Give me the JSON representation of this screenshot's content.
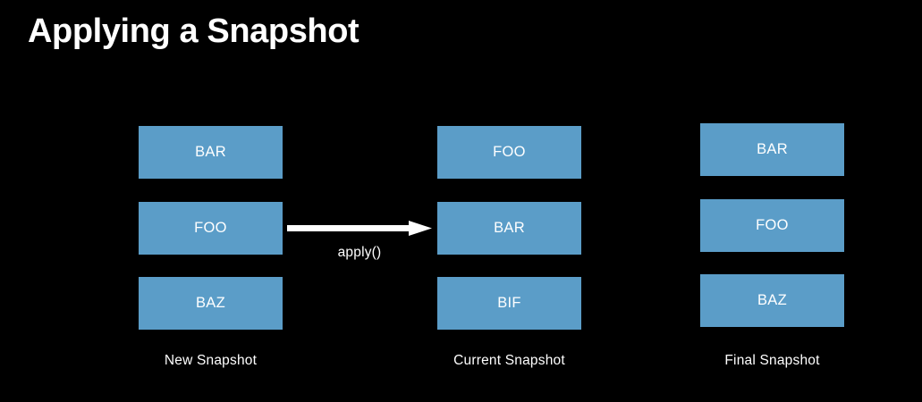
{
  "slide": {
    "title": "Applying a Snapshot",
    "background_color": "#000000",
    "text_color": "#ffffff",
    "box_color": "#5b9dc8"
  },
  "columns": [
    {
      "id": "new",
      "caption": "New Snapshot",
      "boxes": [
        {
          "label": "BAR"
        },
        {
          "label": "FOO"
        },
        {
          "label": "BAZ"
        }
      ]
    },
    {
      "id": "current",
      "caption": "Current Snapshot",
      "boxes": [
        {
          "label": "FOO"
        },
        {
          "label": "BAR"
        },
        {
          "label": "BIF"
        }
      ]
    },
    {
      "id": "final",
      "caption": "Final Snapshot",
      "boxes": [
        {
          "label": "BAR"
        },
        {
          "label": "FOO"
        },
        {
          "label": "BAZ"
        }
      ]
    }
  ],
  "arrow": {
    "label": "apply()",
    "direction": "right",
    "color": "#ffffff"
  }
}
